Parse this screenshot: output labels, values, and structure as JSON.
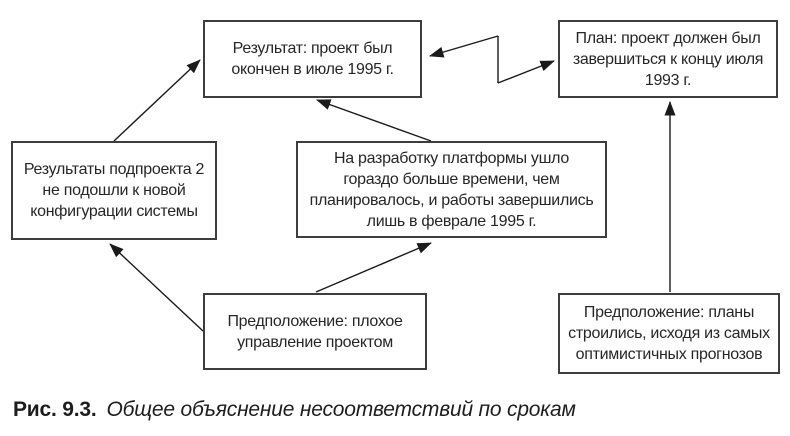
{
  "diagram": {
    "boxes": [
      {
        "id": "result",
        "text": "Результат: проект был\nокончен в июле 1995 г."
      },
      {
        "id": "plan",
        "text": "План: проект должен был\nзавершиться к концу июля\n1993 г."
      },
      {
        "id": "subproject",
        "text": "Результаты подпроекта 2\nне подошли к новой\nконфигурации системы"
      },
      {
        "id": "platform",
        "text": "На разработку платформы ушло\nгораздо больше времени, чем\nпланировалось, и работы завершились\nлишь в феврале 1995 г."
      },
      {
        "id": "management",
        "text": "Предположение: плохое\nуправление проектом"
      },
      {
        "id": "forecasts",
        "text": "Предположение: планы\nстроились, исходя из самых\nоптимистичных прогнозов"
      }
    ],
    "caption": {
      "label": "Рис. 9.3.",
      "text": "Общее объяснение несоответствий по срокам"
    },
    "colors": {
      "line": "#1a1a1a",
      "border": "#3d3d3d",
      "text": "#262626",
      "background": "#ffffff"
    }
  }
}
